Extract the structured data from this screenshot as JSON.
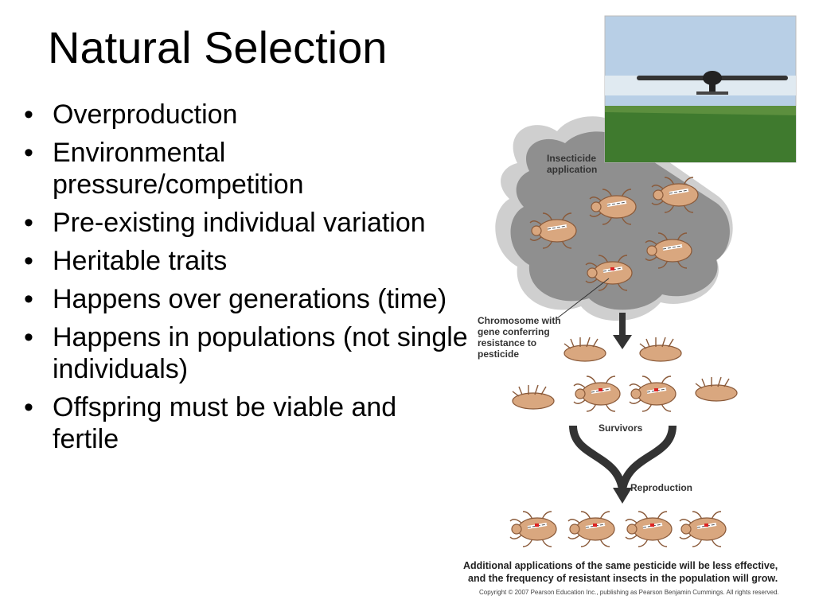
{
  "slide": {
    "title": "Natural Selection",
    "bullet_glyph": "•",
    "bullets": [
      "Overproduction",
      "Environmental pressure/competition",
      "Pre-existing individual variation",
      "Heritable traits",
      "Happens over generations (time)",
      "Happens in populations (not single individuals)",
      "Offspring must be viable and fertile"
    ]
  },
  "figure": {
    "labels": {
      "insecticide": [
        "Insecticide",
        "application"
      ],
      "chromosome": [
        "Chromosome with",
        "gene conferring",
        "resistance to",
        "pesticide"
      ],
      "survivors": "Survivors",
      "reproduction": "Reproduction"
    },
    "caption": [
      "Additional applications of the same pesticide will be less effective,",
      "and the frequency of resistant insects in the population will grow."
    ],
    "copyright": "Copyright © 2007 Pearson Education Inc., publishing as Pearson Benjamin Cummings. All rights reserved.",
    "photo_icon": "crop-duster-airplane",
    "colors": {
      "cloud": "#8f8f8f",
      "arrow": "#333333",
      "insect": "#d9a77f",
      "sky": "#b8cfe6",
      "field": "#3f7a2e"
    }
  }
}
